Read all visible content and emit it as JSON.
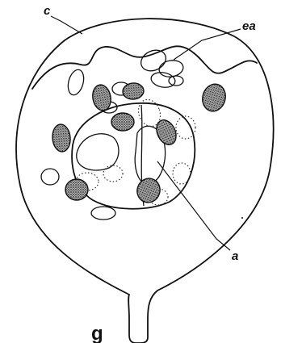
{
  "labels": {
    "c": "c",
    "ea": "ea",
    "a": "a",
    "g": "g"
  },
  "colors": {
    "ink": "#111111",
    "paper": "#ffffff",
    "nucleus_fill": "#8a8a8a"
  }
}
